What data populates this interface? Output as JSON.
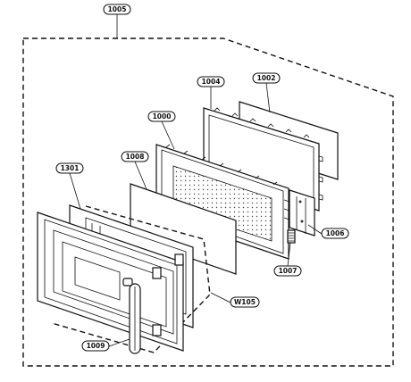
{
  "callouts": [
    {
      "id": "c1005",
      "text": "1005"
    },
    {
      "id": "c1004",
      "text": "1004"
    },
    {
      "id": "c1002",
      "text": "1002"
    },
    {
      "id": "c1000",
      "text": "1000"
    },
    {
      "id": "c1008",
      "text": "1008"
    },
    {
      "id": "c1301",
      "text": "1301"
    },
    {
      "id": "c1006",
      "text": "1006"
    },
    {
      "id": "c1007",
      "text": "1007"
    },
    {
      "id": "cW105",
      "text": "W105"
    },
    {
      "id": "c1009",
      "text": "1009"
    }
  ]
}
